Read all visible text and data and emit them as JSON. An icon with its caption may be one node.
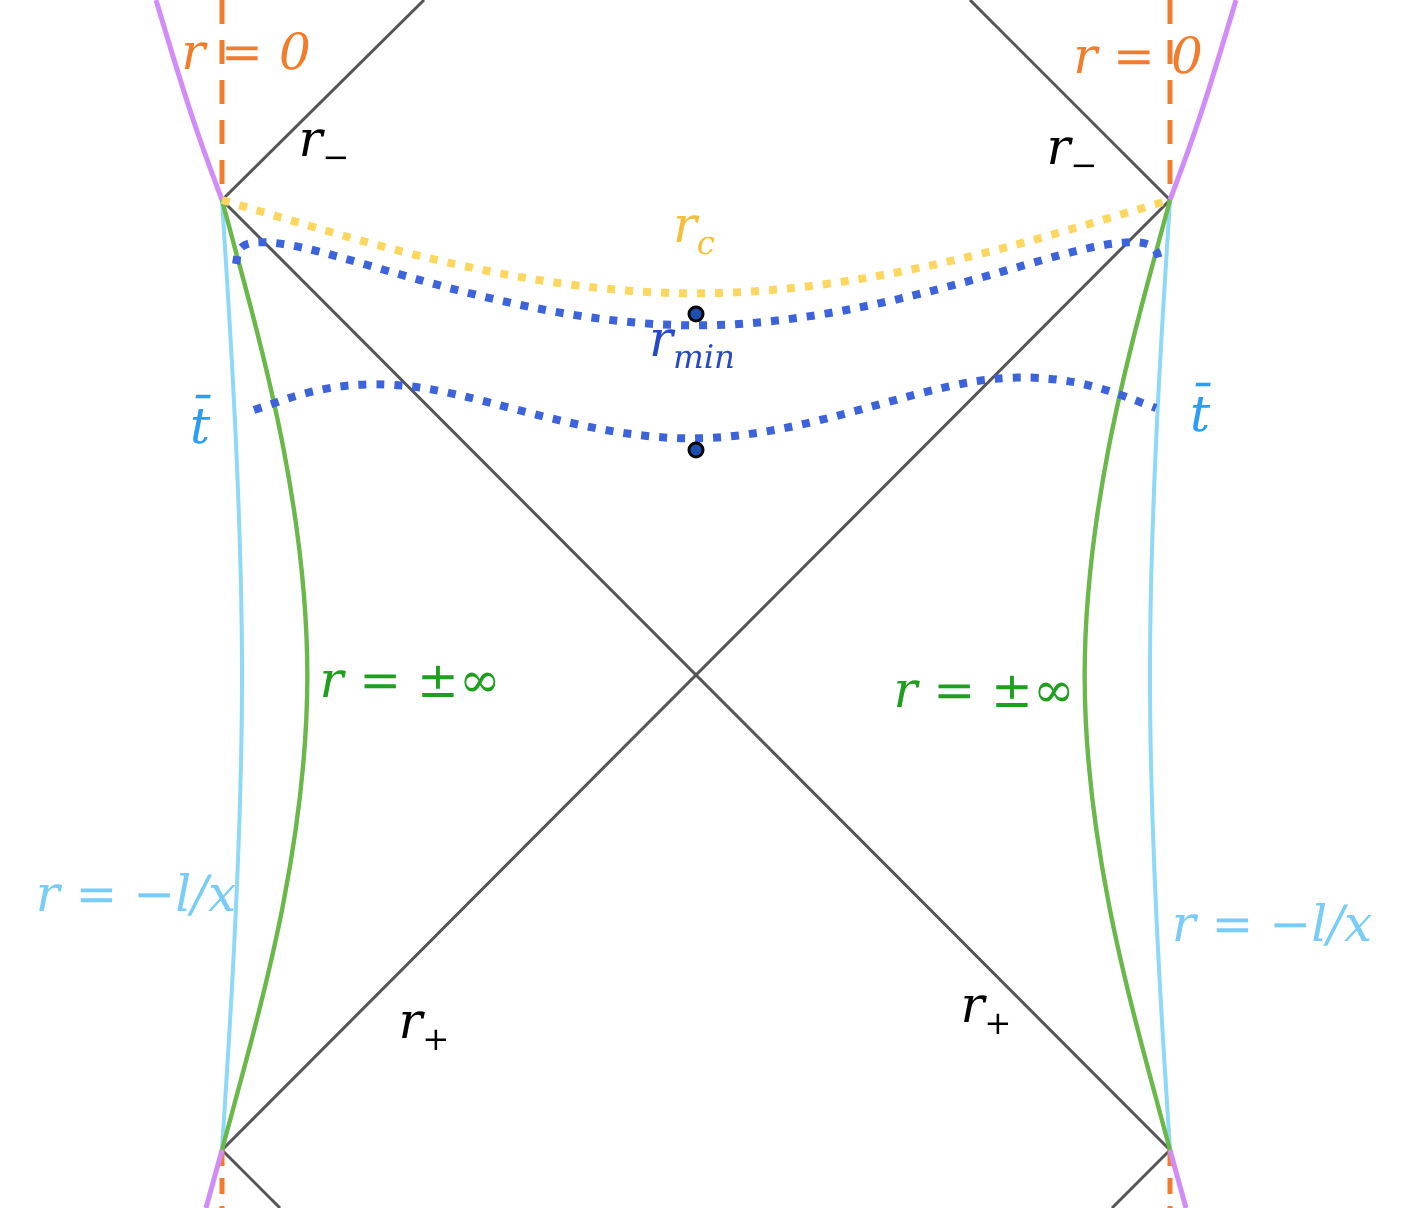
{
  "diagram": {
    "labels": [
      "r = 0",
      "r = 0",
      "r$_{−}$",
      "r$_{−}$",
      "r$_{c}$",
      "r$_{min}$",
      "t̄",
      "t̄",
      "r = ±∞",
      "r = ±∞",
      "r = −l/x",
      "r = −l/x",
      "r$_{+}$",
      "r$_{+}$"
    ]
  }
}
